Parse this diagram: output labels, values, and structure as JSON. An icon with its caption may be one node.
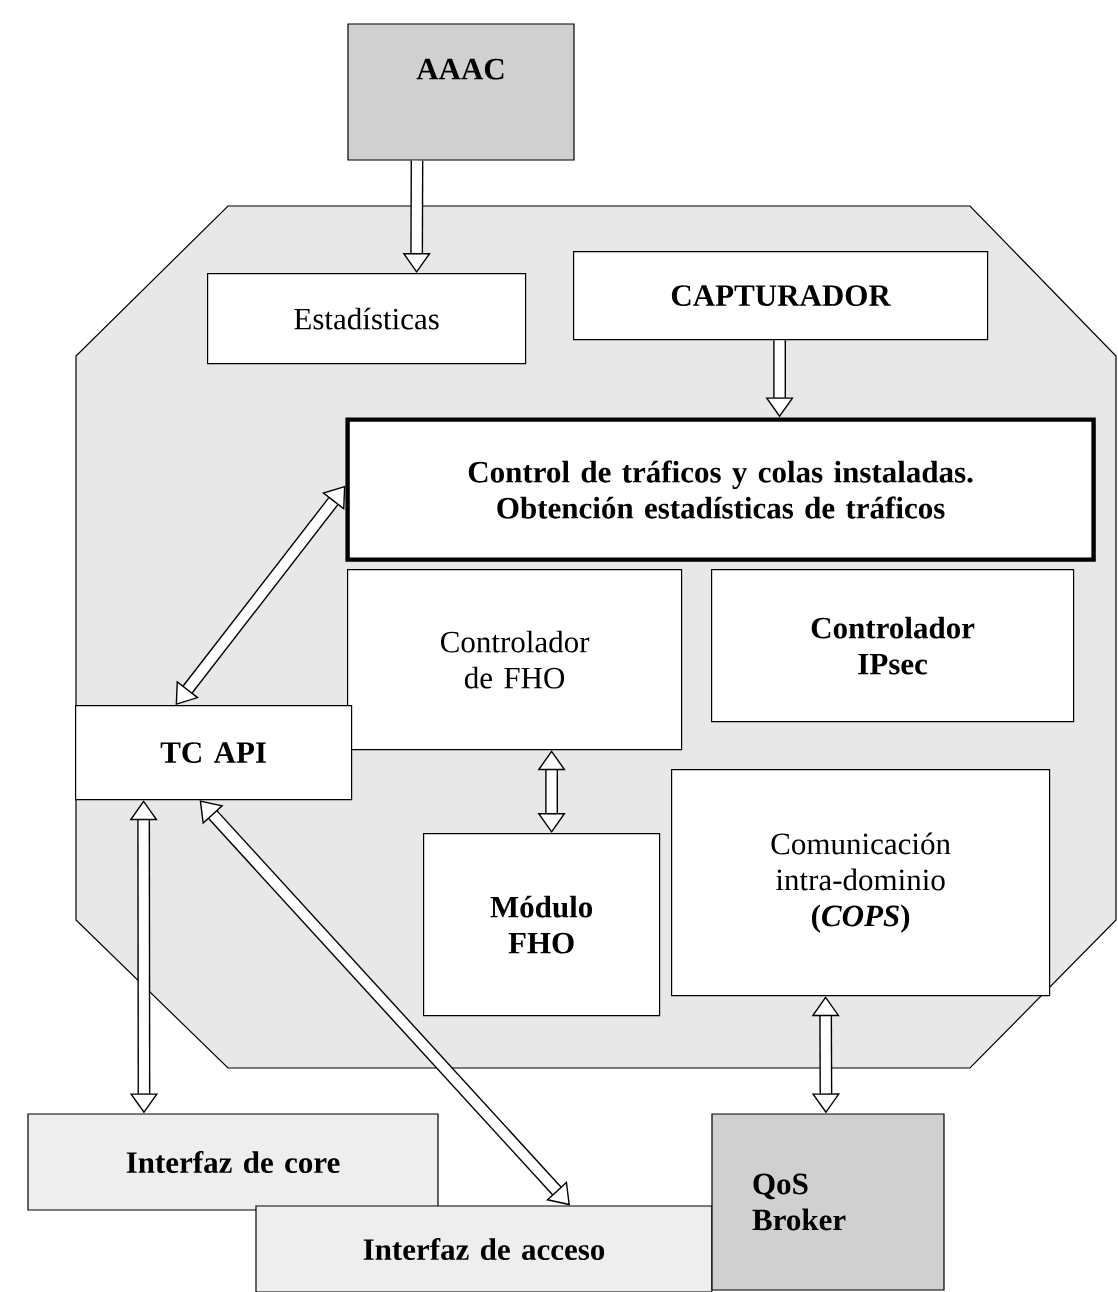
{
  "diagram": {
    "nodes": [
      {
        "text": [],
        "shape": "octagon"
      },
      {
        "text": [
          "AAAC"
        ]
      },
      {
        "text": [
          "Estadísticas"
        ],
        "in": 0
      },
      {
        "text": [
          "CAPTURADOR"
        ],
        "in": 0
      },
      {
        "text": [
          "Control de tráficos y colas instaladas. Obtención estadísticas de tráficos"
        ],
        "in": 0
      },
      {
        "text": [
          "Controlador de FHO"
        ],
        "in": 0
      },
      {
        "text": [
          "Controlador IPsec"
        ],
        "in": 0
      },
      {
        "text": [
          "TC API"
        ],
        "in": 0
      },
      {
        "text": [
          "Módulo FHO"
        ],
        "in": 0
      },
      {
        "text": [
          "Comunicación intra-dominio **(*COPS*)**"
        ],
        "in": 0
      },
      {
        "text": [
          "Interfaz de core"
        ]
      },
      {
        "text": [
          "Interfaz de acceso"
        ]
      },
      {
        "text": [
          "QoS Broker"
        ]
      }
    ],
    "edges": [
      {
        "from": 1,
        "to": 2,
        "arrow": "to"
      },
      {
        "from": 3,
        "to": 4,
        "arrow": "to"
      },
      {
        "from": 7,
        "to": 4,
        "arrow": "both"
      },
      {
        "from": 5,
        "to": 8,
        "arrow": "both"
      },
      {
        "from": 7,
        "to": 10,
        "arrow": "both"
      },
      {
        "from": 7,
        "to": 11,
        "arrow": "both"
      },
      {
        "from": 9,
        "to": 12,
        "arrow": "both"
      }
    ]
  }
}
